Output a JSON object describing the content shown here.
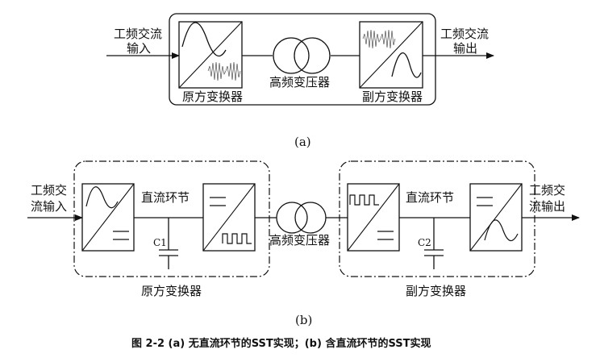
{
  "fig_a": {
    "input_line1": "工频交流",
    "input_line2": "输入",
    "output_line1": "工频交流",
    "output_line2": "输出",
    "primary_label": "原方变换器",
    "transformer_label": "高频变压器",
    "secondary_label": "副方变换器",
    "sublabel": "(a)"
  },
  "fig_b": {
    "input_line1": "工频交",
    "input_line2": "流输入",
    "output_line1": "工频交",
    "output_line2": "流输出",
    "dc_link_left": "直流环节",
    "dc_link_right": "直流环节",
    "cap1": "C1",
    "cap2": "C2",
    "transformer_label": "高频变压器",
    "primary_label": "原方变换器",
    "secondary_label": "副方变换器",
    "sublabel": "(b)"
  },
  "caption": "图 2-2 (a) 无直流环节的SST实现；(b) 含直流环节的SST实现"
}
